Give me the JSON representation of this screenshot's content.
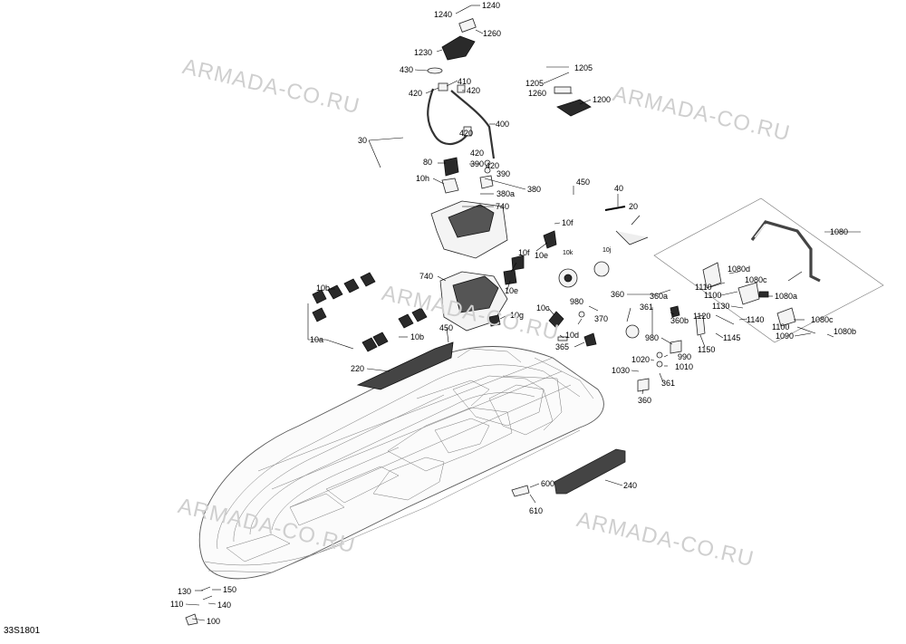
{
  "diagram": {
    "code": "33S1801",
    "watermark": "ARMADA-CO.RU",
    "labels": {
      "l1240a": "1240",
      "l1240b": "1240",
      "l1260a": "1260",
      "l1230": "1230",
      "l430": "430",
      "l410": "410",
      "l420a": "420",
      "l420b": "420",
      "l400": "400",
      "l420c": "420",
      "l30": "30",
      "l420d": "420",
      "l80": "80",
      "l390a": "390",
      "l420e": "420",
      "l390b": "390",
      "l10h": "10h",
      "l380": "380",
      "l380a": "380a",
      "l740a": "740",
      "l1205a": "1205",
      "l1205b": "1205",
      "l1260b": "1260",
      "l1200": "1200",
      "l450a": "450",
      "l40": "40",
      "l20": "20",
      "l10f_a": "10f",
      "l10e_a": "10e",
      "l10f_b": "10f",
      "l10k": "10k",
      "l10j": "10j",
      "l10e_b": "10e",
      "l740b": "740",
      "l1080": "1080",
      "l1080d": "1080d",
      "l1110": "1110",
      "l1080c_a": "1080c",
      "l1100a": "1100",
      "l1080a": "1080a",
      "l1130": "1130",
      "l1120": "1120",
      "l1140": "1140",
      "l1080c_b": "1080c",
      "l1100b": "1100",
      "l1080b": "1080b",
      "l1090": "1090",
      "l1145": "1145",
      "l1150": "1150",
      "l10b_a": "10b",
      "l10a": "10a",
      "l10b_b": "10b",
      "l450b": "450",
      "l220": "220",
      "l980a": "980",
      "l10c": "10c",
      "l10g": "10g",
      "l370": "370",
      "l10d": "10d",
      "l365": "365",
      "l360": "360",
      "l360a": "360a",
      "l361a": "361",
      "l360b": "360b",
      "l980b": "980",
      "l990": "990",
      "l1020": "1020",
      "l1010": "1010",
      "l1030": "1030",
      "l361b": "361",
      "l360c": "360",
      "l600": "600",
      "l240": "240",
      "l610": "610",
      "l130": "130",
      "l150": "150",
      "l110": "110",
      "l140": "140",
      "l100": "100"
    }
  }
}
